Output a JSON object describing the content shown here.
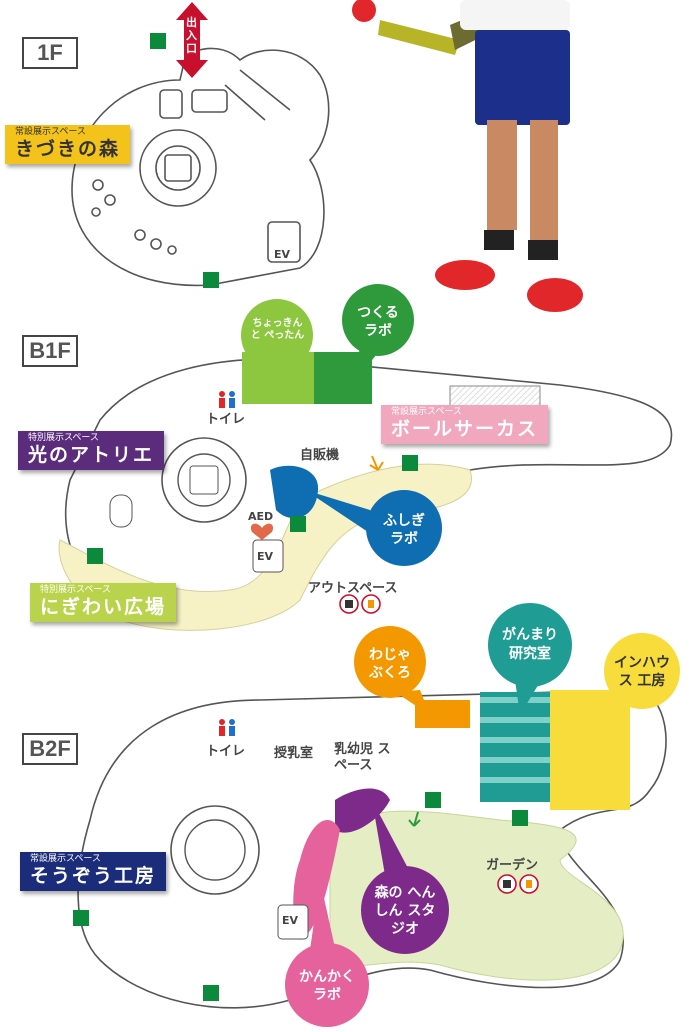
{
  "floors": {
    "f1": {
      "label": "1F"
    },
    "b1": {
      "label": "B1F"
    },
    "b2": {
      "label": "B2F"
    }
  },
  "f1": {
    "entrance": "出入口",
    "kizuki": {
      "category": "常設展示スペース",
      "name": "きづきの森"
    },
    "ev": "EV"
  },
  "b1": {
    "chokkin": "ちょっきん と ぺったん",
    "tsukuru": "つくる ラボ",
    "ball_circus": {
      "category": "常設展示スペース",
      "name": "ボールサーカス"
    },
    "hikari": {
      "category": "特別展示スペース",
      "name": "光のアトリエ"
    },
    "nigiwai": {
      "category": "特別展示スペース",
      "name": "にぎわい広場"
    },
    "toilet": "トイレ",
    "vending": "自販機",
    "aed": "AED",
    "ev": "EV",
    "fushigi": "ふしぎ ラボ",
    "out_space": "アウトスペース"
  },
  "b2": {
    "wajabukuro": "わじゃ ぶくろ",
    "ganmari": "がんまり 研究室",
    "inhouse": "インハウス 工房",
    "toilet": "トイレ",
    "nursing": "授乳室",
    "infant": "乳幼児 スペース",
    "garden": "ガーデン",
    "souzou": {
      "category": "常設展示スペース",
      "name": "そうぞう工房"
    },
    "mori": "森の へんしん スタジオ",
    "kankaku": "かんかく ラボ",
    "ev": "EV"
  },
  "colors": {
    "kizuki_bg": "#f3c21b",
    "ball_bg": "#f1a7bd",
    "hikari_bg": "#5b2c7c",
    "nigiwai_bg": "#bad34c",
    "souzou_bg": "#1b2c7a",
    "chokkin": "#8dc63f",
    "tsukuru": "#2e9a3c",
    "fushigi": "#0f6db2",
    "wajabukuro": "#f39800",
    "ganmari": "#1f9c94",
    "inhouse": "#f7dc3b",
    "mori": "#7d2a8a",
    "kankaku": "#e6629c",
    "entrance": "#c8102e"
  }
}
